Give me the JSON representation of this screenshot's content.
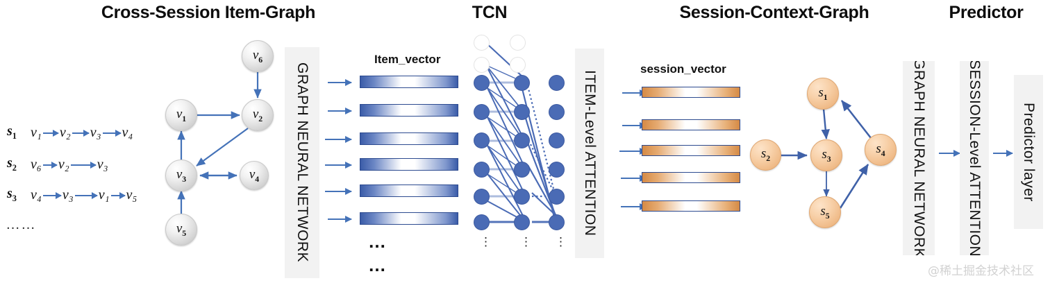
{
  "sections": [
    {
      "id": "cross-session-item-graph",
      "title": "Cross-Session Item-Graph"
    },
    {
      "id": "tcn",
      "title": "TCN"
    },
    {
      "id": "session-context-graph",
      "title": "Session-Context-Graph"
    },
    {
      "id": "predictor",
      "title": "Predictor"
    }
  ],
  "sessions": {
    "rows": [
      {
        "label": "s",
        "sub": "1",
        "items": [
          "v₁",
          "v₂",
          "v₃",
          "v₄"
        ]
      },
      {
        "label": "s",
        "sub": "2",
        "items": [
          "v₆",
          "v₂",
          "v₃"
        ]
      },
      {
        "label": "s",
        "sub": "3",
        "items": [
          "v₄",
          "v₃",
          "v₁",
          "v₅"
        ]
      }
    ],
    "more": "……"
  },
  "item_graph": {
    "nodes": [
      {
        "id": "v6",
        "base": "v",
        "sub": "6"
      },
      {
        "id": "v1",
        "base": "v",
        "sub": "1"
      },
      {
        "id": "v2",
        "base": "v",
        "sub": "2"
      },
      {
        "id": "v3",
        "base": "v",
        "sub": "3"
      },
      {
        "id": "v4",
        "base": "v",
        "sub": "4"
      },
      {
        "id": "v5",
        "base": "v",
        "sub": "5"
      }
    ],
    "edges": [
      {
        "from": "v6",
        "to": "v2",
        "bidirectional": false
      },
      {
        "from": "v1",
        "to": "v2",
        "bidirectional": false
      },
      {
        "from": "v2",
        "to": "v3",
        "bidirectional": false
      },
      {
        "from": "v3",
        "to": "v1",
        "bidirectional": false
      },
      {
        "from": "v3",
        "to": "v4",
        "bidirectional": true
      },
      {
        "from": "v5",
        "to": "v3",
        "bidirectional": false
      }
    ]
  },
  "session_graph": {
    "nodes": [
      {
        "id": "s1",
        "base": "s",
        "sub": "1"
      },
      {
        "id": "s2",
        "base": "s",
        "sub": "2"
      },
      {
        "id": "s3",
        "base": "s",
        "sub": "3"
      },
      {
        "id": "s4",
        "base": "s",
        "sub": "4"
      },
      {
        "id": "s5",
        "base": "s",
        "sub": "5"
      }
    ],
    "edges": [
      {
        "from": "s1",
        "to": "s3"
      },
      {
        "from": "s2",
        "to": "s3"
      },
      {
        "from": "s3",
        "to": "s5"
      },
      {
        "from": "s5",
        "to": "s4"
      },
      {
        "from": "s4",
        "to": "s1"
      }
    ]
  },
  "blocks": {
    "gnn_left": "GRAPH  NEURAL  NETWORK",
    "item_attention": "ITEM-Level ATTENTION",
    "gnn_right": "GRAPH  NEURAL  NETWORK",
    "session_attention": "SESSION-Level ATTENTION",
    "predictor_layer": "Predictor layer"
  },
  "captions": {
    "item_vector": "Item_vector",
    "session_vector": "session_vector",
    "item_vector_more_1": "…",
    "item_vector_more_2": "…"
  },
  "tcn": {
    "columns": 3,
    "filled_rows": 6,
    "hollow_rows": 2,
    "vertical_ellipsis": "⋮"
  },
  "vectors": {
    "item_bar_count": 6,
    "session_bar_count": 5
  },
  "colors": {
    "arrow_blue": "#4472b8",
    "node_blue": "#4a6bb5",
    "bar_blue": "#2c4a8f",
    "bar_orange": "#d58a45",
    "block_bg": "#f2f2f2",
    "title_black": "#0d0d0d"
  },
  "watermark": {
    "text": "@稀土掘金技术社区"
  }
}
